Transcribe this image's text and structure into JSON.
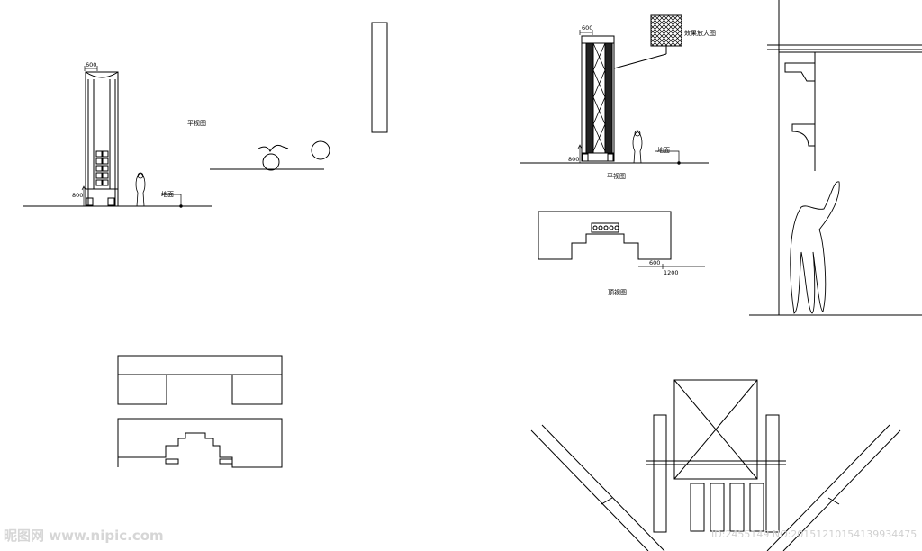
{
  "drawing": {
    "elevation_left": {
      "dim_top": "600",
      "dim_height": "800",
      "ground_label": "地面"
    },
    "plan_label_left": "平视图",
    "elevation_right": {
      "dim_top": "600",
      "dim_height": "800",
      "ground_label": "地面",
      "detail_label": "效果放大图",
      "view_label": "平视图"
    },
    "top_view": {
      "dim_a": "600",
      "dim_b": "1200",
      "label": "顶视图"
    }
  },
  "watermark": {
    "site": "昵图网 www.nipic.com",
    "id": "ID:2455149 NO:20151210154139934475"
  }
}
